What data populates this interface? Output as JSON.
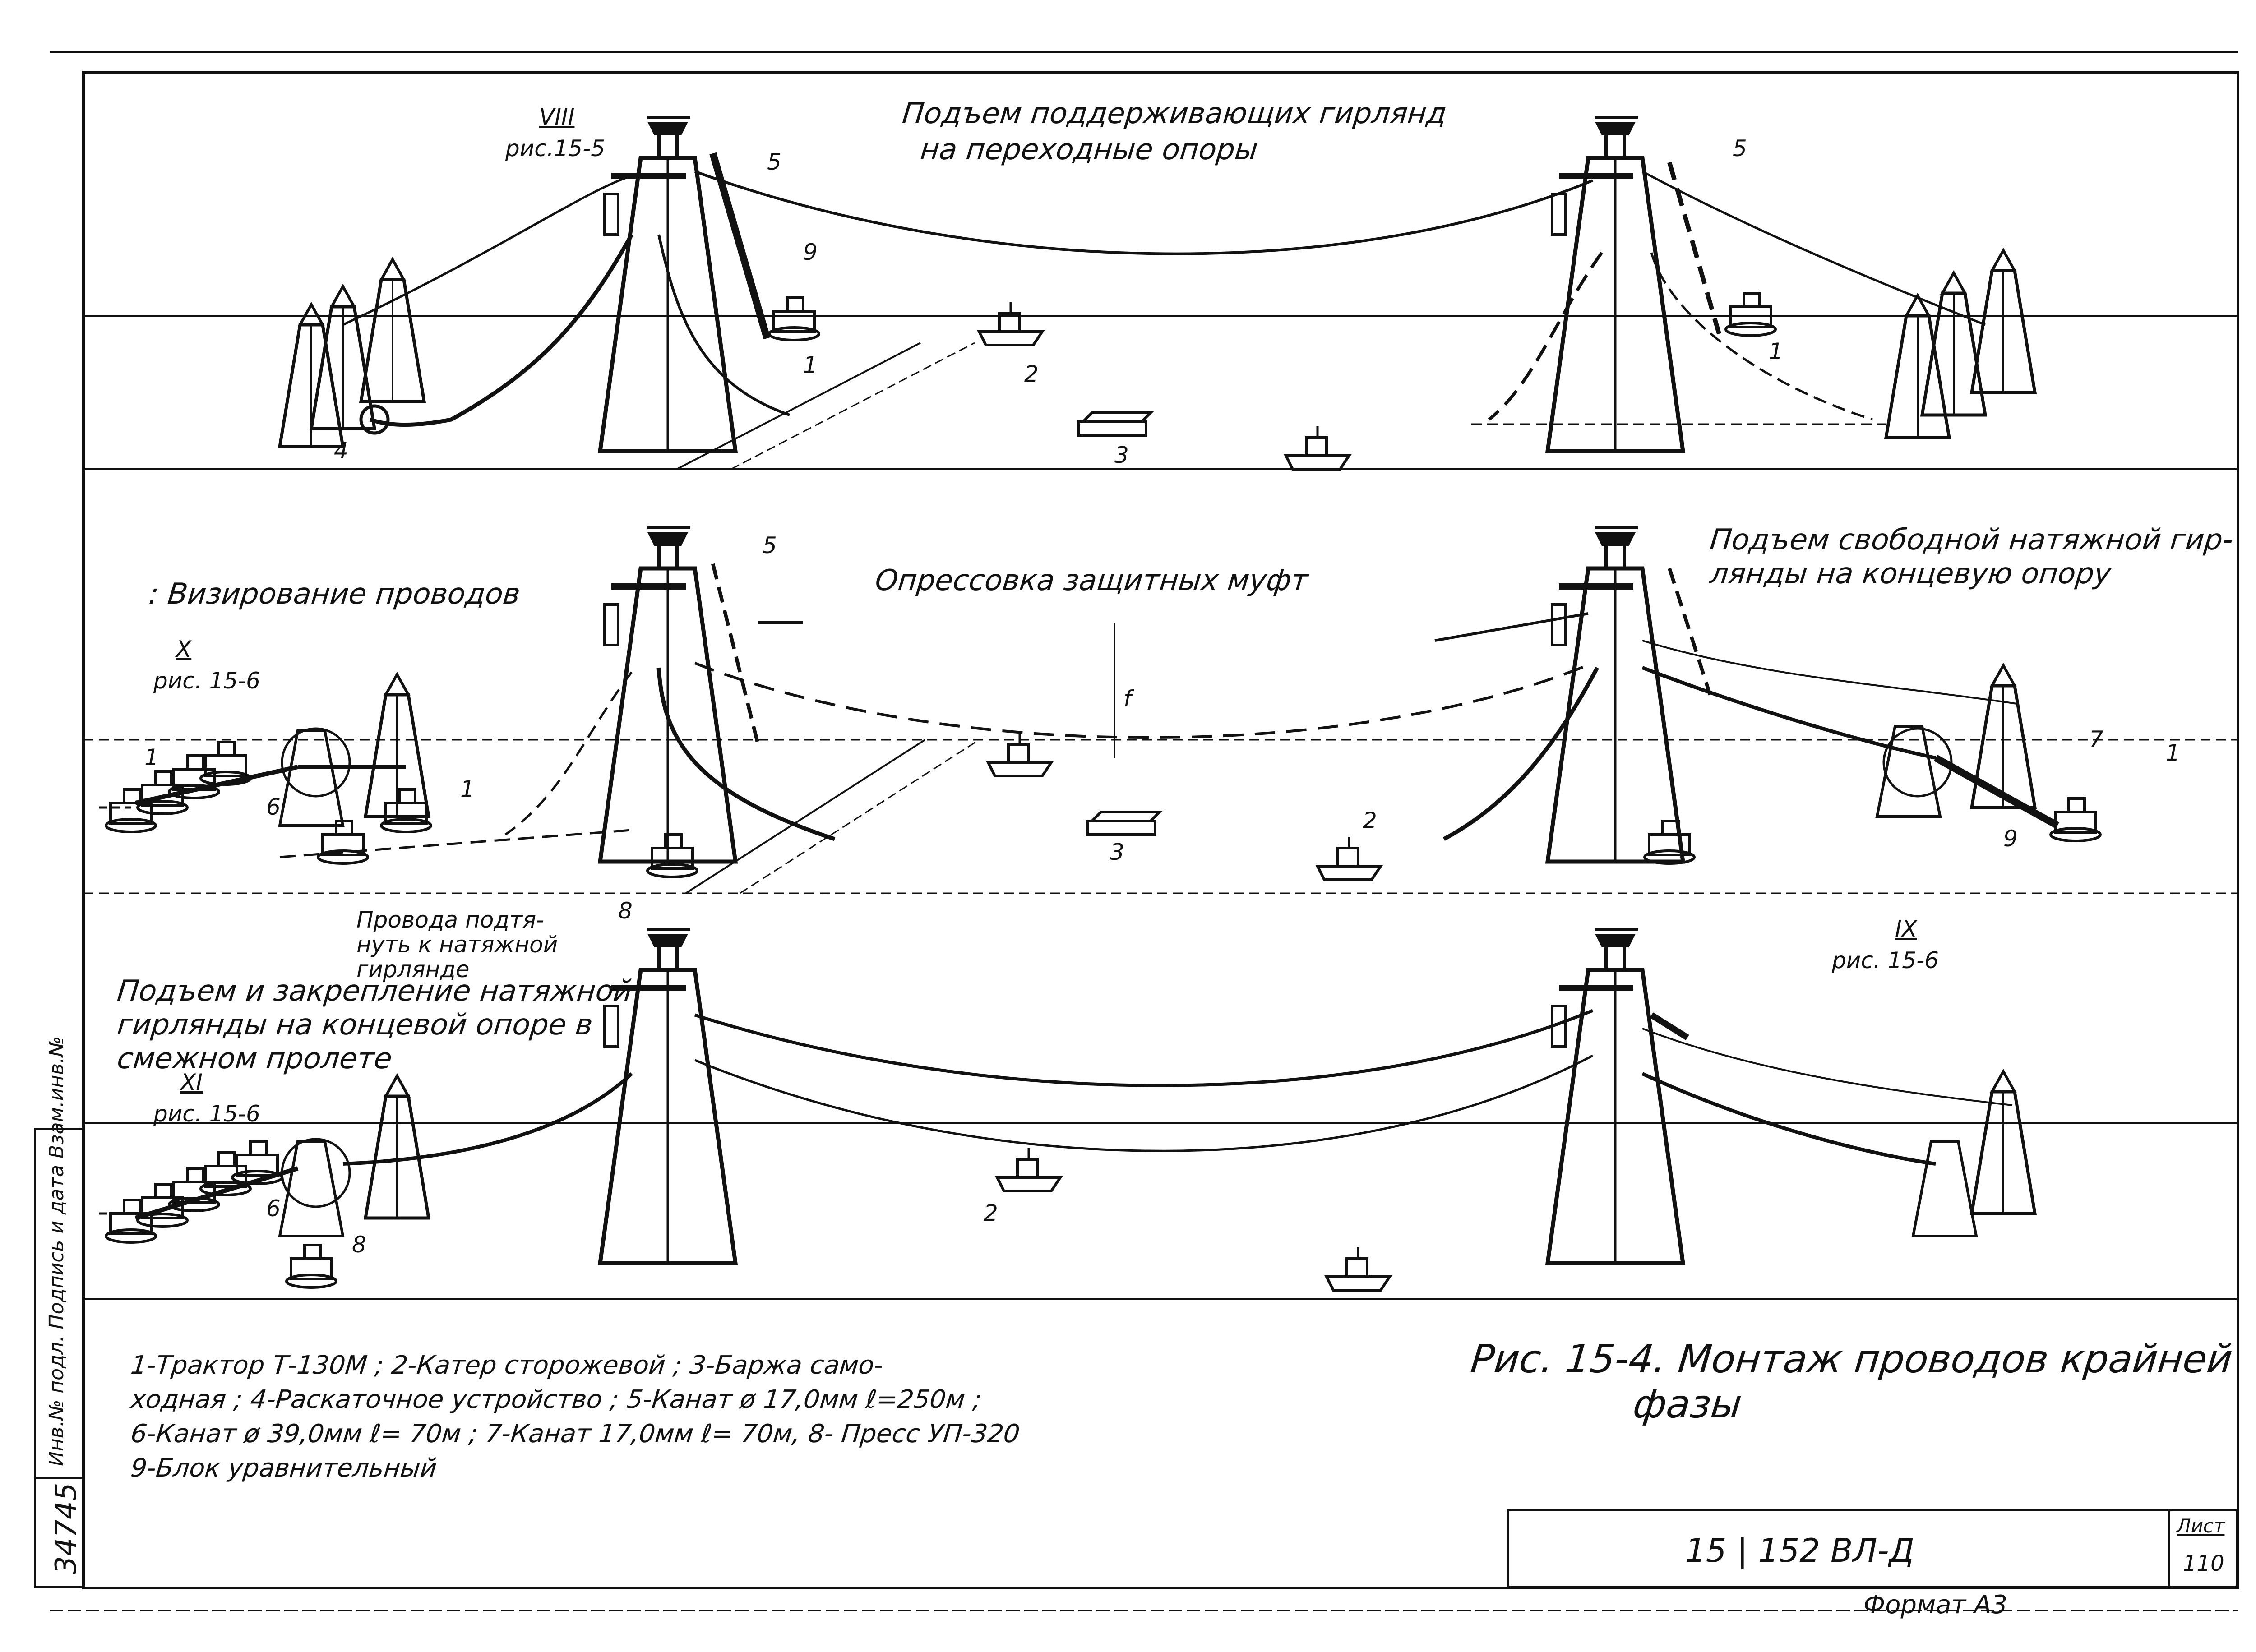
{
  "panel_titles": {
    "top": [
      "Подъем поддерживающих гирлянд",
      "на переходные опоры"
    ],
    "middle_left": ": Визирование проводов",
    "middle_center": "Опрессовка защитных муфт",
    "middle_right": [
      "Подъем свободной натяжной гир-",
      "лянды на концевую опору"
    ],
    "bottom": [
      "Подъем и закрепление натяжной",
      "гирлянды на концевой опоре в",
      "смежном пролете"
    ]
  },
  "callouts": {
    "viii": "VIII",
    "viii_ref": "рис.15-5",
    "x": "X",
    "x_ref": "рис. 15-6",
    "ix": "IX",
    "ix_ref": "рис. 15-6",
    "xi": "XI",
    "xi_ref": "рис. 15-6",
    "pull_note": [
      "Провода подтя-",
      "нуть к натяжной",
      "гирлянде"
    ],
    "sag": "f"
  },
  "numbers": {
    "n1": "1",
    "n2": "2",
    "n3": "3",
    "n4": "4",
    "n5": "5",
    "n6": "6",
    "n7": "7",
    "n8": "8",
    "n9": "9"
  },
  "legend": [
    "1-Трактор Т-130М ; 2-Катер сторожевой ; 3-Баржа само-",
    "ходная ; 4-Раскаточное устройство ; 5-Канат ø 17,0мм ℓ=250м ;",
    "6-Канат ø 39,0мм ℓ= 70м ; 7-Канат 17,0мм ℓ= 70м, 8- Пресс УП-320",
    "9-Блок уравнительный"
  ],
  "caption": [
    "Рис. 15-4. Монтаж проводов крайней",
    "фазы"
  ],
  "stamp": {
    "code": "15 | 152 ВЛ-Д",
    "sheet_label": "Лист",
    "sheet_number": "110",
    "format": "Формат А3"
  },
  "side_strip": {
    "inventory": "34745",
    "labels": "Инв.№ подл.  Подпись и дата  Взам.инв.№"
  },
  "colors": {
    "ink": "#111111",
    "paper": "#ffffff"
  }
}
